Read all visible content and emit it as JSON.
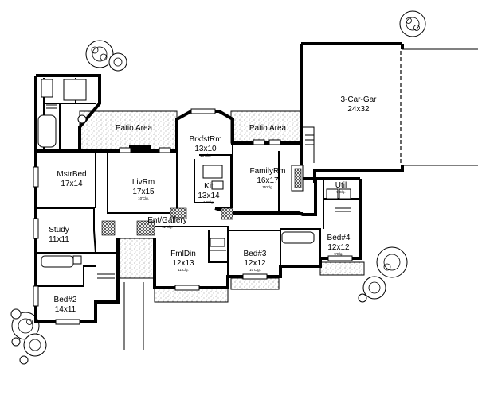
{
  "rooms": {
    "garage": {
      "name": "3-Car-Gar",
      "size": "24x32"
    },
    "patio_left": {
      "name": "Patio Area"
    },
    "patio_right": {
      "name": "Patio Area"
    },
    "brkfst": {
      "name": "BrkfstRm",
      "size": "13x10",
      "ceiling": "15'Clg."
    },
    "family": {
      "name": "FamilyRm",
      "size": "16x17",
      "ceiling": "15'Clg."
    },
    "master": {
      "name": "MstrBed",
      "size": "17x14"
    },
    "living": {
      "name": "LivRm",
      "size": "17x15",
      "ceiling": "10'Clg."
    },
    "kitchen": {
      "name": "Kit",
      "size": "13x14",
      "ceiling": "10'Clg."
    },
    "util": {
      "name": "Util",
      "ceiling": "9'Clg."
    },
    "study": {
      "name": "Study",
      "size": "11x11"
    },
    "entry": {
      "name": "Ent/Gallery",
      "ceiling": "11'Clg."
    },
    "dining": {
      "name": "FmlDin",
      "size": "12x13",
      "ceiling": "11'Clg."
    },
    "bed3": {
      "name": "Bed#3",
      "size": "12x12",
      "ceiling": "10'Clg."
    },
    "bed4": {
      "name": "Bed#4",
      "size": "12x12",
      "ceiling": "9'Clg."
    },
    "bed2": {
      "name": "Bed#2",
      "size": "14x11"
    }
  },
  "colors": {
    "ink": "#000000",
    "paper": "#ffffff"
  },
  "icons": [
    "tree-icon",
    "bathtub-icon",
    "fireplace-icon",
    "sink-icon"
  ]
}
